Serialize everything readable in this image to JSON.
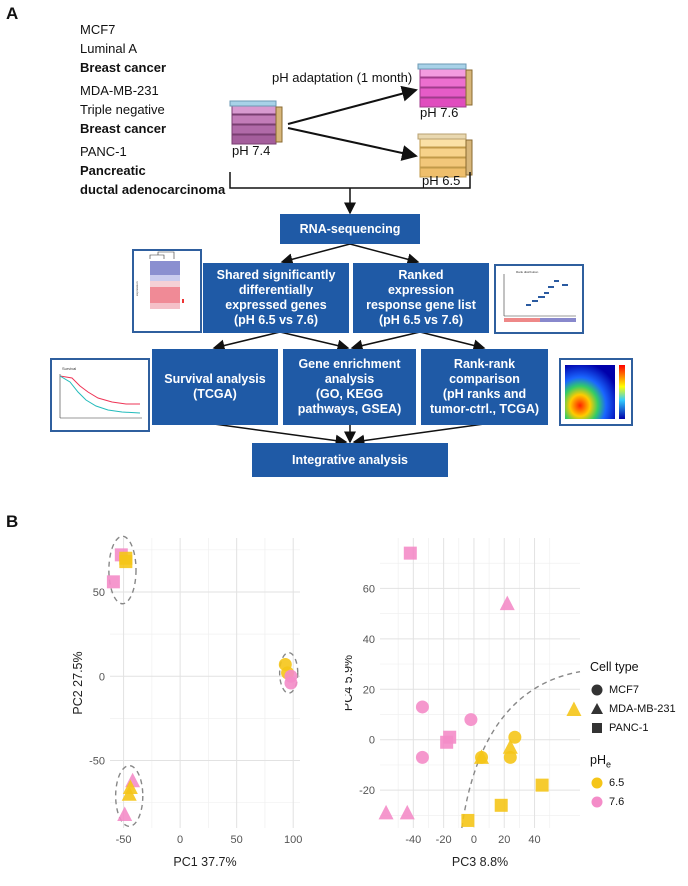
{
  "panel_a": {
    "letter": "A",
    "cell_lines": [
      {
        "name": "MCF7",
        "subtype": "Luminal A",
        "cancer": "Breast cancer"
      },
      {
        "name": "MDA-MB-231",
        "subtype": "Triple negative",
        "cancer": "Breast cancer"
      },
      {
        "name": "PANC-1",
        "subtype": "",
        "cancer": "Pancreatic ductal adenocarcinoma"
      }
    ],
    "cancer_line1": "Pancreatic",
    "cancer_line2": "ductal adenocarcinoma",
    "adaptation_label": "pH adaptation (1 month)",
    "ph_start": "pH 7.4",
    "ph_high": "pH 7.6",
    "ph_low": "pH 6.5",
    "boxes": {
      "rnaseq": "RNA-sequencing",
      "shared": [
        "Shared significantly",
        "differentially",
        "expressed genes",
        "(pH 6.5 vs 7.6)"
      ],
      "ranked": [
        "Ranked",
        "expression",
        "response gene list",
        "(pH 6.5 vs 7.6)"
      ],
      "survival": [
        "Survival analysis",
        "(TCGA)"
      ],
      "enrichment": [
        "Gene enrichment",
        "analysis",
        "(GO, KEGG",
        "pathways, GSEA)"
      ],
      "rankrank": [
        "Rank-rank",
        "comparison",
        "(pH ranks and",
        "tumor-ctrl., TCGA)"
      ],
      "integrative": "Integrative analysis"
    },
    "colors": {
      "box_blue": "#1f5aa6",
      "flask_pink": "#e86fc8",
      "flask_purple": "#b06aa8",
      "flask_yellow": "#f2c77a"
    }
  },
  "panel_b": {
    "letter": "B",
    "legend": {
      "cell_type_title": "Cell type",
      "cell_types": [
        {
          "label": "MCF7",
          "shape": "circle"
        },
        {
          "label": "MDA-MB-231",
          "shape": "triangle"
        },
        {
          "label": "PANC-1",
          "shape": "square"
        }
      ],
      "ph_title": "pH",
      "ph_sub": "e",
      "ph_values": [
        {
          "label": "6.5",
          "color": "#f5c518"
        },
        {
          "label": "7.6",
          "color": "#f48cc8"
        }
      ]
    }
  },
  "chart_data": [
    {
      "type": "scatter",
      "xlabel": "PC1 37.7%",
      "ylabel": "PC2 27.5%",
      "xlim": [
        -62,
        106
      ],
      "ylim": [
        -90,
        82
      ],
      "xticks": [
        -50,
        0,
        50,
        100
      ],
      "yticks": [
        -50,
        0,
        50
      ],
      "grid": true,
      "series": [
        {
          "ph": "7.6",
          "shape": "square",
          "points": [
            [
              -52,
              72
            ],
            [
              -59,
              56
            ]
          ]
        },
        {
          "ph": "6.5",
          "shape": "square",
          "points": [
            [
              -48,
              70
            ],
            [
              -48,
              68
            ]
          ]
        },
        {
          "ph": "6.5",
          "shape": "circle",
          "points": [
            [
              93,
              7
            ],
            [
              95,
              2
            ]
          ]
        },
        {
          "ph": "7.6",
          "shape": "circle",
          "points": [
            [
              98,
              0
            ],
            [
              98,
              -4
            ]
          ]
        },
        {
          "ph": "7.6",
          "shape": "triangle",
          "points": [
            [
              -42,
              -62
            ],
            [
              -49,
              -82
            ]
          ]
        },
        {
          "ph": "6.5",
          "shape": "triangle",
          "points": [
            [
              -44,
              -66
            ],
            [
              -45,
              -70
            ]
          ]
        }
      ],
      "ellipses": [
        {
          "cx": -51,
          "cy": 63,
          "rx": 12,
          "ry": 20
        },
        {
          "cx": 96,
          "cy": 2,
          "rx": 8,
          "ry": 12
        },
        {
          "cx": -45,
          "cy": -71,
          "rx": 12,
          "ry": 18
        }
      ]
    },
    {
      "type": "scatter",
      "xlabel": "PC3  8.8%",
      "ylabel": "PC4  5.9%",
      "xlim": [
        -62,
        70
      ],
      "ylim": [
        -35,
        80
      ],
      "xticks": [
        -40,
        -20,
        0,
        20,
        40
      ],
      "yticks": [
        -20,
        0,
        20,
        40,
        60
      ],
      "grid": true,
      "series": [
        {
          "ph": "7.6",
          "shape": "square",
          "points": [
            [
              -42,
              74
            ],
            [
              -16,
              1
            ],
            [
              -18,
              -1
            ]
          ]
        },
        {
          "ph": "6.5",
          "shape": "square",
          "points": [
            [
              -4,
              -32
            ],
            [
              18,
              -26
            ],
            [
              45,
              -18
            ]
          ]
        },
        {
          "ph": "7.6",
          "shape": "circle",
          "points": [
            [
              -34,
              13
            ],
            [
              -34,
              -7
            ],
            [
              -2,
              8
            ]
          ]
        },
        {
          "ph": "6.5",
          "shape": "circle",
          "points": [
            [
              5,
              -7
            ],
            [
              27,
              1
            ],
            [
              24,
              -7
            ]
          ]
        },
        {
          "ph": "7.6",
          "shape": "triangle",
          "points": [
            [
              22,
              54
            ],
            [
              -58,
              -29
            ],
            [
              -44,
              -29
            ]
          ]
        },
        {
          "ph": "6.5",
          "shape": "triangle",
          "points": [
            [
              5,
              -7
            ],
            [
              24,
              -3
            ],
            [
              66,
              12
            ]
          ]
        }
      ]
    }
  ]
}
